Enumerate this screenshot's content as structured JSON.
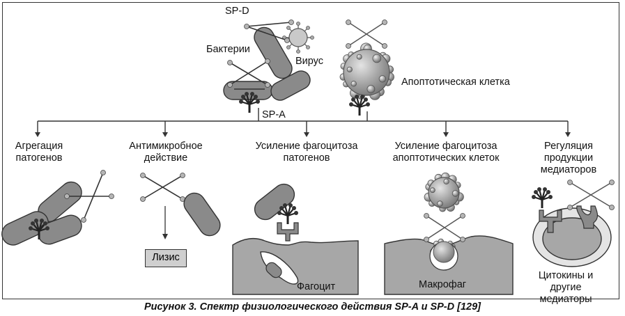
{
  "labels": {
    "sp_d": "SP-D",
    "bacteria": "Бактерии",
    "virus": "Вирус",
    "sp_a": "SP-A",
    "apoptotic_cell": "Апоптотическая клетка",
    "aggregation": "Агрегация\nпатогенов",
    "antimicrobial": "Антимикробное\nдействие",
    "phago_pathogens": "Усиление фагоцитоза\nпатогенов",
    "phago_apoptotic": "Усиление фагоцитоза\nапоптотических клеток",
    "regulation": "Регуляция\nпродукции\nмедиаторов",
    "lysis": "Лизис",
    "phagocyte": "Фагоцит",
    "macrophage": "Макрофаг",
    "cytokines": "Цитокины и другие\nмедиаторы"
  },
  "caption": "Рисунок 3. Спектр физиологического действия SP-A и SP-D [129]",
  "colors": {
    "cell": "#8a8a8a",
    "cell_light": "#c9c9c9",
    "tissue": "#a7a7a7",
    "line": "#333333"
  }
}
